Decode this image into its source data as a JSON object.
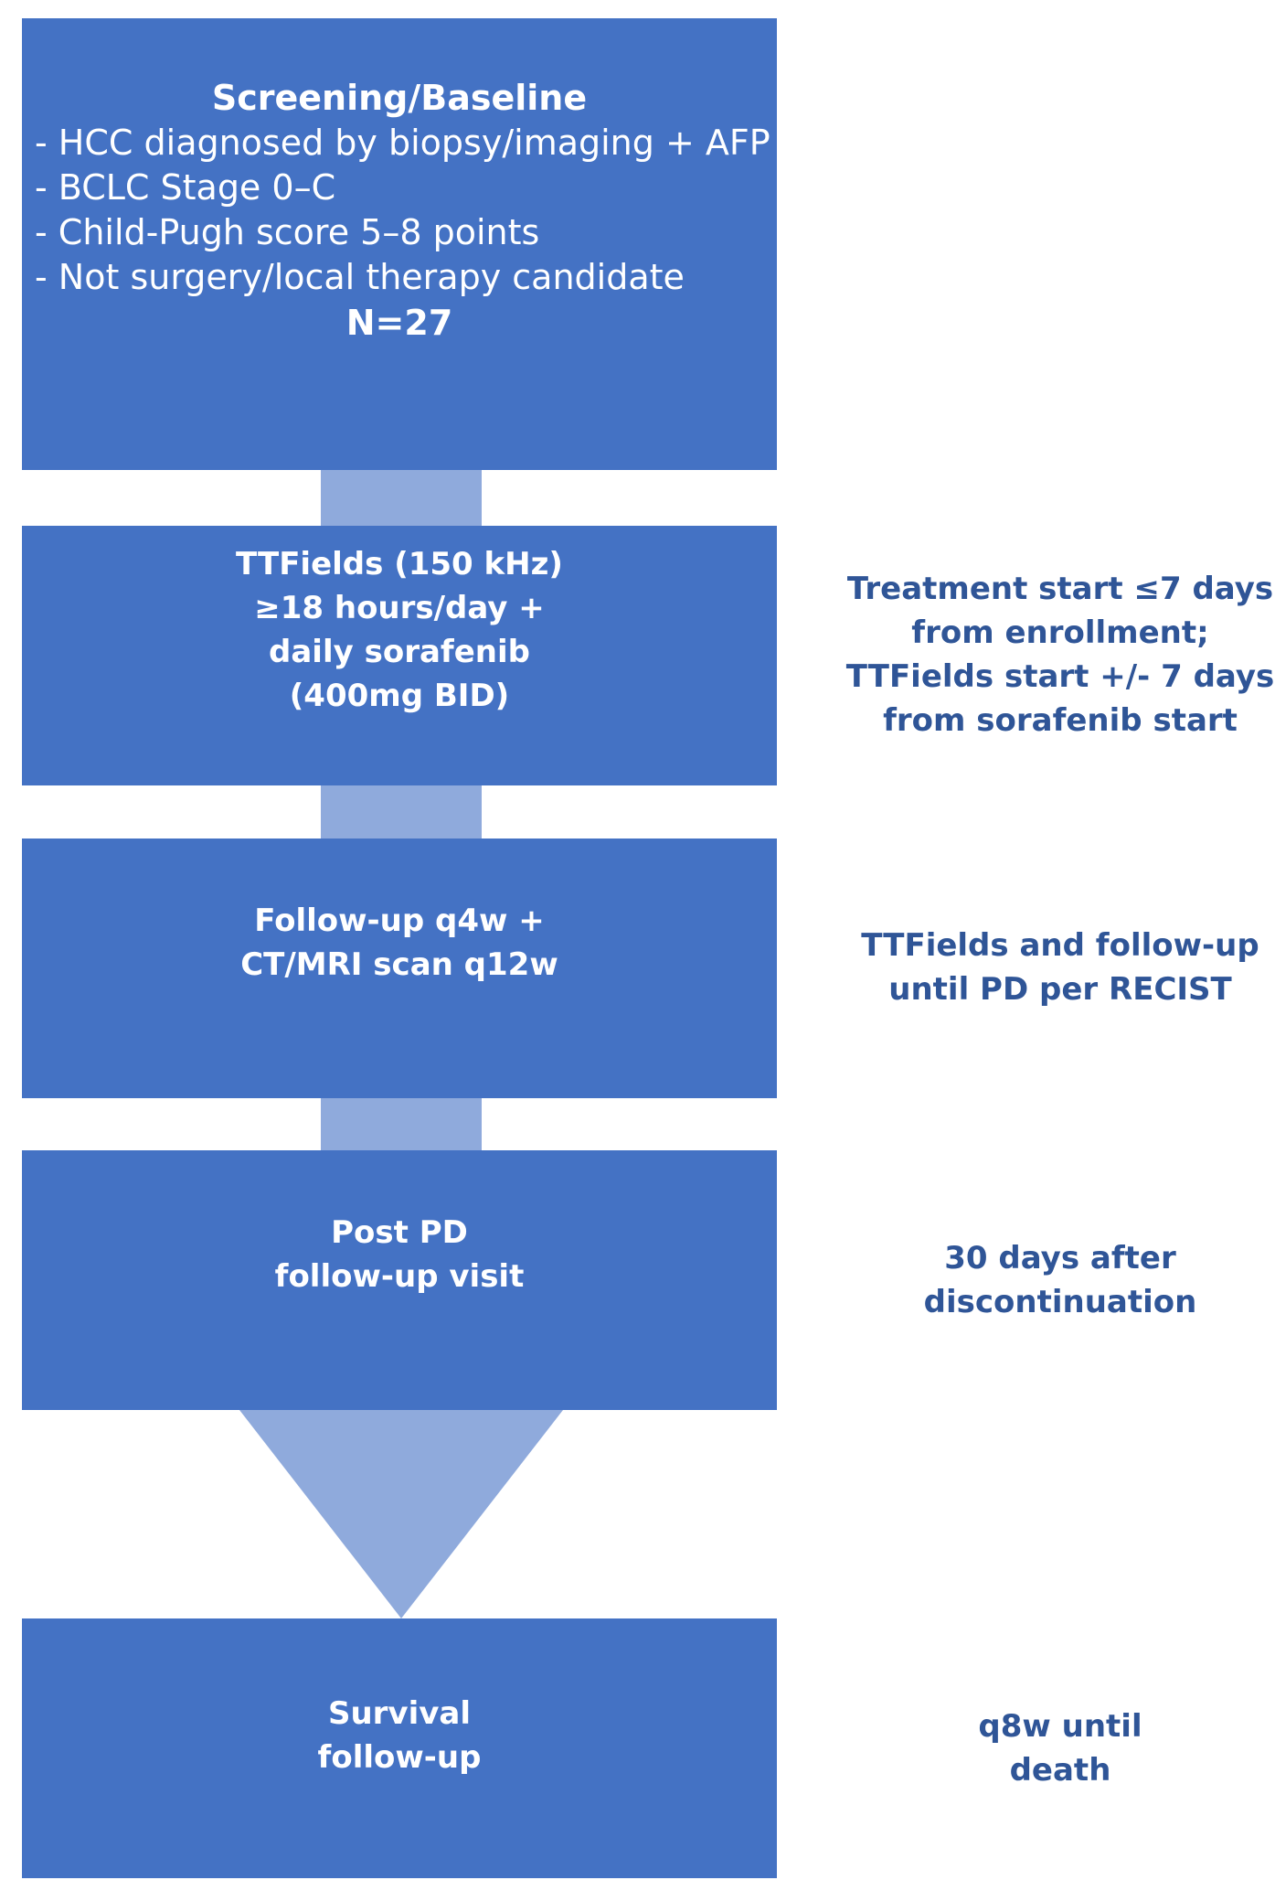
{
  "steps": {
    "screening": {
      "heading": "Screening/Baseline",
      "items": [
        "- HCC diagnosed by biopsy/imaging + AFP",
        "- BCLC Stage 0–C",
        "- Child-Pugh score 5–8 points",
        "- Not surgery/local therapy candidate"
      ],
      "count": "N=27"
    },
    "treatment": {
      "lines": [
        "TTFields (150 kHz)",
        "≥18 hours/day +",
        "daily sorafenib",
        "(400mg BID)"
      ]
    },
    "followup": {
      "lines": [
        "Follow-up q4w +",
        "CT/MRI scan q12w"
      ]
    },
    "post_pd": {
      "lines": [
        "Post PD",
        "follow-up visit"
      ]
    },
    "survival": {
      "lines": [
        "Survival",
        "follow-up"
      ]
    }
  },
  "notes": {
    "treatment": [
      "Treatment start ≤7 days",
      "from enrollment;",
      "TTFields start +/- 7 days",
      "from sorafenib start"
    ],
    "followup": [
      "TTFields and follow-up",
      "until PD per RECIST"
    ],
    "post_pd": [
      "30 days after",
      "discontinuation"
    ],
    "survival": [
      "q8w until",
      "death"
    ]
  },
  "colors": {
    "box_fill": "#4472c4",
    "connector_fill": "#8faadc",
    "note_text": "#2f5597",
    "box_text": "#ffffff"
  }
}
